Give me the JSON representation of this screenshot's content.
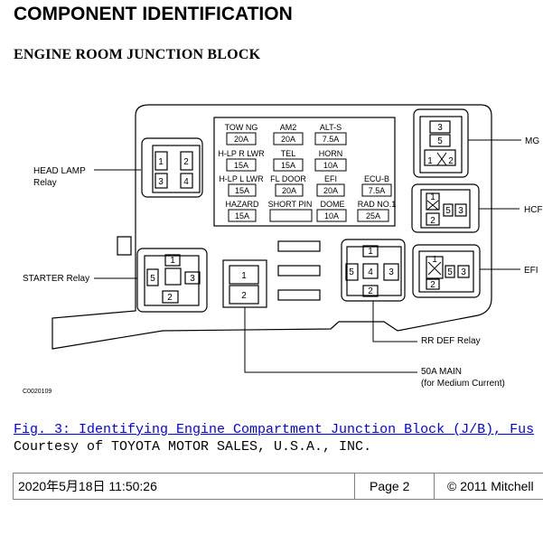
{
  "header": {
    "title": "COMPONENT IDENTIFICATION",
    "subtitle": "ENGINE ROOM JUNCTION BLOCK"
  },
  "diagram": {
    "labels": {
      "head_lamp_line1": "HEAD LAMP",
      "head_lamp_line2": "Relay",
      "starter": "STARTER Relay",
      "mg": "MG",
      "hcf": "HCF",
      "efi": "EFI",
      "rr_def": "RR DEF Relay",
      "main_line1": "50A MAIN",
      "main_line2": "(for Medium Current)",
      "code": "C0020109"
    },
    "fuse_names": {
      "r1c1": "TOW NG",
      "r1c2": "AM2",
      "r1c3": "ALT-S",
      "r2c1": "H-LP R LWR",
      "r2c2": "TEL",
      "r2c3": "HORN",
      "r3c1": "H-LP L LWR",
      "r3c2": "FL DOOR",
      "r3c3": "EFI",
      "r3c4": "ECU-B",
      "r4c1": "HAZARD",
      "r4c2": "SHORT PIN",
      "r4c3": "DOME",
      "r4c4": "RAD NO.1"
    },
    "fuse_ratings": {
      "r1c1": "20A",
      "r1c2": "20A",
      "r1c3": "7.5A",
      "r2c1": "15A",
      "r2c2": "15A",
      "r2c3": "10A",
      "r3c1": "15A",
      "r3c2": "20A",
      "r3c3": "20A",
      "r3c4": "7.5A",
      "r4c1": "15A",
      "r4c3": "10A",
      "r4c4": "25A"
    },
    "pins": {
      "p1": "1",
      "p2": "2",
      "p3": "3",
      "p4": "4",
      "p5": "5"
    }
  },
  "caption": {
    "link": "Fig. 3: Identifying Engine Compartment Junction Block (J/B), Fus",
    "courtesy": "Courtesy of TOYOTA MOTOR SALES, U.S.A., INC."
  },
  "footer": {
    "datetime": "2020年5月18日  11:50:26",
    "page": "Page 2",
    "copyright": "© 2011 Mitchell"
  }
}
